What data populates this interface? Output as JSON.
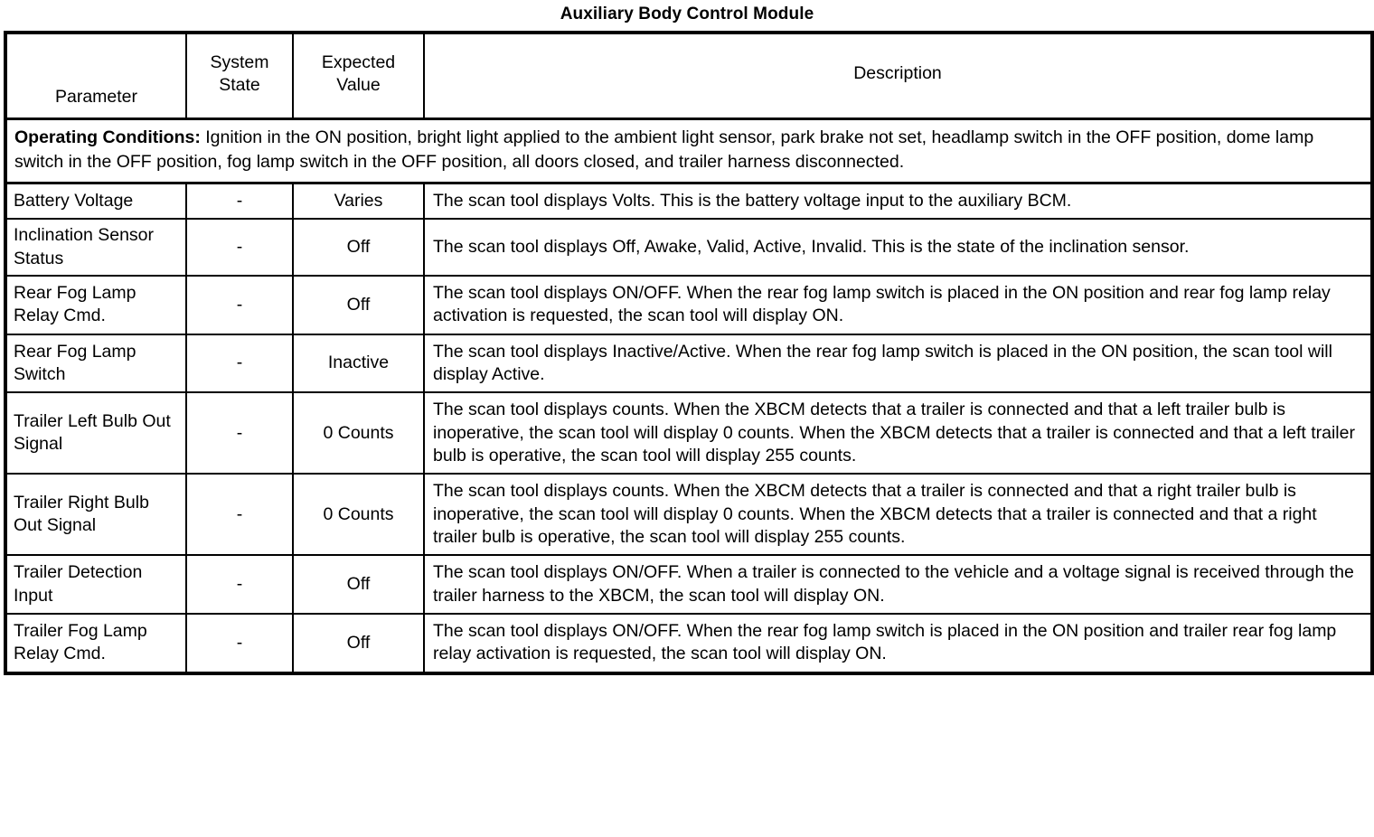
{
  "document": {
    "title": "Auxiliary Body Control Module"
  },
  "table": {
    "headers": {
      "parameter": "Parameter",
      "system_state": "System State",
      "system_state_line1": "System",
      "system_state_line2": "State",
      "expected_value": "Expected Value",
      "expected_value_line1": "Expected",
      "expected_value_line2": "Value",
      "description": "Description"
    },
    "operating_conditions": {
      "label": "Operating Conditions:",
      "text": " Ignition in the ON position, bright light applied to the ambient light sensor, park brake not set, headlamp switch in the OFF position, dome lamp switch in the OFF position, fog lamp switch in the OFF position, all doors closed, and trailer harness disconnected."
    },
    "rows": [
      {
        "parameter": "Battery Voltage",
        "system_state": "-",
        "expected_value": "Varies",
        "description": "The scan tool displays Volts. This is the battery voltage input to the auxiliary BCM."
      },
      {
        "parameter": "Inclination Sensor Status",
        "system_state": "-",
        "expected_value": "Off",
        "description": "The scan tool displays Off, Awake, Valid, Active, Invalid. This is the state of the inclination sensor."
      },
      {
        "parameter": "Rear Fog Lamp Relay Cmd.",
        "system_state": "-",
        "expected_value": "Off",
        "description": "The scan tool displays ON/OFF. When the rear fog lamp switch is placed in the ON position and rear fog lamp relay activation is requested, the scan tool will display ON."
      },
      {
        "parameter": "Rear Fog Lamp Switch",
        "system_state": "-",
        "expected_value": "Inactive",
        "description": "The scan tool displays Inactive/Active. When the rear fog lamp switch is placed in the ON position, the scan tool will display Active."
      },
      {
        "parameter": "Trailer Left Bulb Out Signal",
        "system_state": "-",
        "expected_value": "0 Counts",
        "description": "The scan tool displays counts. When the XBCM detects that a trailer is connected and that a left trailer bulb is inoperative, the scan tool will display 0 counts. When the XBCM detects that a trailer is connected and that a left trailer bulb is operative, the scan tool will display 255 counts."
      },
      {
        "parameter": "Trailer Right Bulb Out Signal",
        "system_state": "-",
        "expected_value": "0 Counts",
        "description": "The scan tool displays counts. When the XBCM detects that a trailer is connected and that a right trailer bulb is inoperative, the scan tool will display 0 counts. When the XBCM detects that a trailer is connected and that a right trailer bulb is operative, the scan tool will display 255 counts."
      },
      {
        "parameter": "Trailer Detection Input",
        "system_state": "-",
        "expected_value": "Off",
        "description": "The scan tool displays ON/OFF. When a trailer is connected to the vehicle and a voltage signal is received through the trailer harness to the XBCM, the scan tool will display ON."
      },
      {
        "parameter": "Trailer Fog Lamp Relay Cmd.",
        "system_state": "-",
        "expected_value": "Off",
        "description": "The scan tool displays ON/OFF. When the rear fog lamp switch is placed in the ON position and trailer rear fog lamp relay activation is requested, the scan tool will display ON."
      }
    ]
  }
}
